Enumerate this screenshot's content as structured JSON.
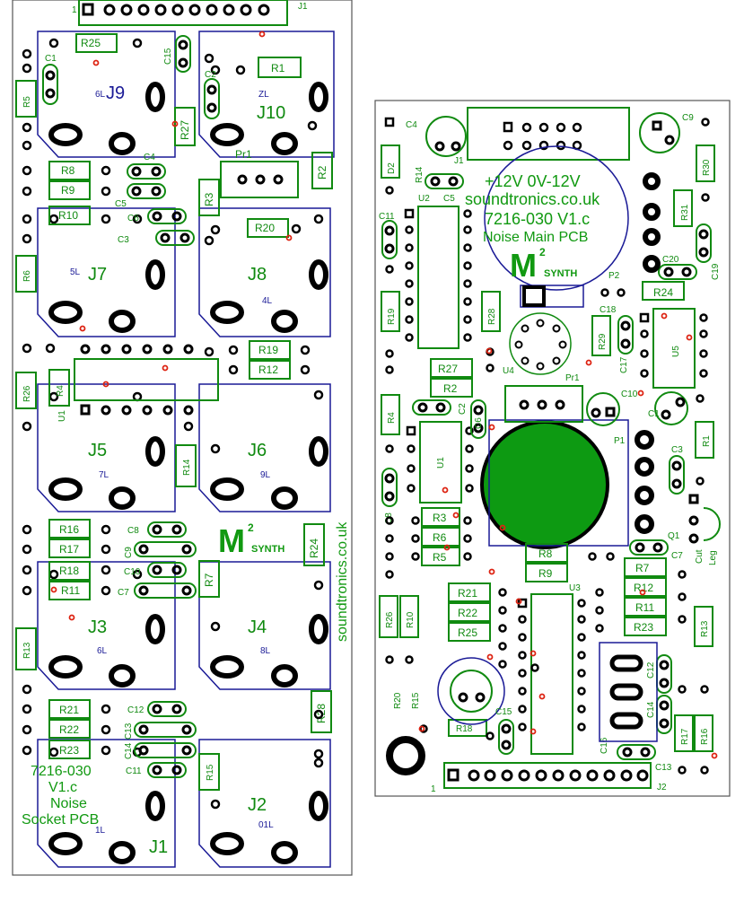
{
  "left_board": {
    "header_label": "1",
    "header_ref": "J1",
    "jacks": [
      {
        "label": "J9",
        "back": "6L",
        "color": "#1a1a96"
      },
      {
        "label": "J10",
        "back": "ZL",
        "color": "#108a10"
      },
      {
        "label": "J7",
        "back": "5L",
        "color": "#108a10"
      },
      {
        "label": "J8",
        "back": "4L",
        "color": "#108a10"
      },
      {
        "label": "J5",
        "back": "7L",
        "color": "#108a10"
      },
      {
        "label": "J6",
        "back": "9L",
        "color": "#108a10"
      },
      {
        "label": "J3",
        "back": "6L",
        "color": "#108a10"
      },
      {
        "label": "J4",
        "back": "8L",
        "color": "#108a10"
      },
      {
        "label": "J1",
        "back": "1L",
        "color": "#108a10"
      },
      {
        "label": "J2",
        "back": "01L",
        "color": "#108a10"
      }
    ],
    "resistors": [
      "R25",
      "R1",
      "R5",
      "R27",
      "R8",
      "R9",
      "R2",
      "R3",
      "R10",
      "R20",
      "R6",
      "R26",
      "R4",
      "R19",
      "R12",
      "R14",
      "R16",
      "R17",
      "R18",
      "R11",
      "R24",
      "R7",
      "R13",
      "R21",
      "R22",
      "R23",
      "R28",
      "R15"
    ],
    "caps": [
      "C1",
      "C15",
      "C2",
      "C4",
      "C5",
      "C6",
      "C3",
      "C8",
      "C9",
      "C10",
      "C7",
      "C12",
      "C13",
      "C14",
      "C11"
    ],
    "preset": "Pr1",
    "ic": "U1",
    "logo_m": "M",
    "logo_sup": "2",
    "logo_synth": "SYNTH",
    "site_vertical": "soundtronics.co.uk",
    "title_lines": [
      "7216-030",
      "V1.c",
      "Noise",
      "Socket PCB"
    ]
  },
  "right_board": {
    "header_ref": "J1",
    "supply": "+12V 0V-12V",
    "site": "soundtronics.co.uk",
    "part": "7216-030  V1.c",
    "name": "Noise Main PCB",
    "logo_m": "M",
    "logo_sup": "2",
    "logo_synth": "SYNTH",
    "resistors": [
      "R14",
      "R30",
      "R31",
      "R19",
      "R28",
      "R24",
      "R29",
      "R27",
      "R2",
      "R4",
      "R1",
      "R3",
      "R6",
      "R5",
      "R8",
      "R9",
      "R7",
      "R12",
      "R11",
      "R23",
      "R21",
      "R22",
      "R25",
      "R26",
      "R10",
      "R13",
      "R20",
      "R15",
      "R18",
      "R17",
      "R16"
    ],
    "caps": [
      "C4",
      "C5",
      "C9",
      "C11",
      "C20",
      "C19",
      "C18",
      "C17",
      "C10",
      "C2",
      "C6",
      "C1",
      "C3",
      "C8",
      "C7",
      "C12",
      "C14",
      "C15",
      "C16",
      "C13"
    ],
    "ics": [
      "U2",
      "U4",
      "U5",
      "U1",
      "U3"
    ],
    "misc": [
      "D2",
      "P2",
      "Pr1",
      "P1",
      "Q1",
      "Cut",
      "Leg",
      "J2"
    ],
    "j2_pin1": "1"
  }
}
